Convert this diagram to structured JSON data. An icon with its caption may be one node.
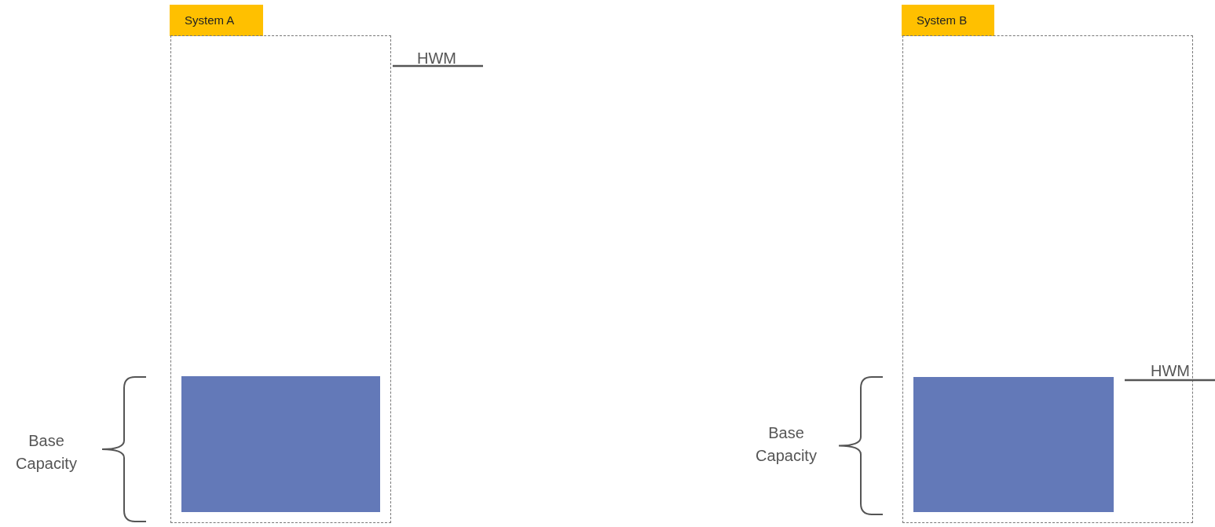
{
  "diagram": {
    "nodes": [
      {
        "text": [
          "System A"
        ]
      },
      {
        "text": [],
        "shape": "box",
        "in": 0
      },
      {
        "text": [
          "System B"
        ]
      },
      {
        "text": [],
        "shape": "box",
        "in": 2
      }
    ],
    "edges": [],
    "labels": [
      "HWM",
      "Base Capacity",
      "HWM",
      "Base Capacity"
    ]
  }
}
